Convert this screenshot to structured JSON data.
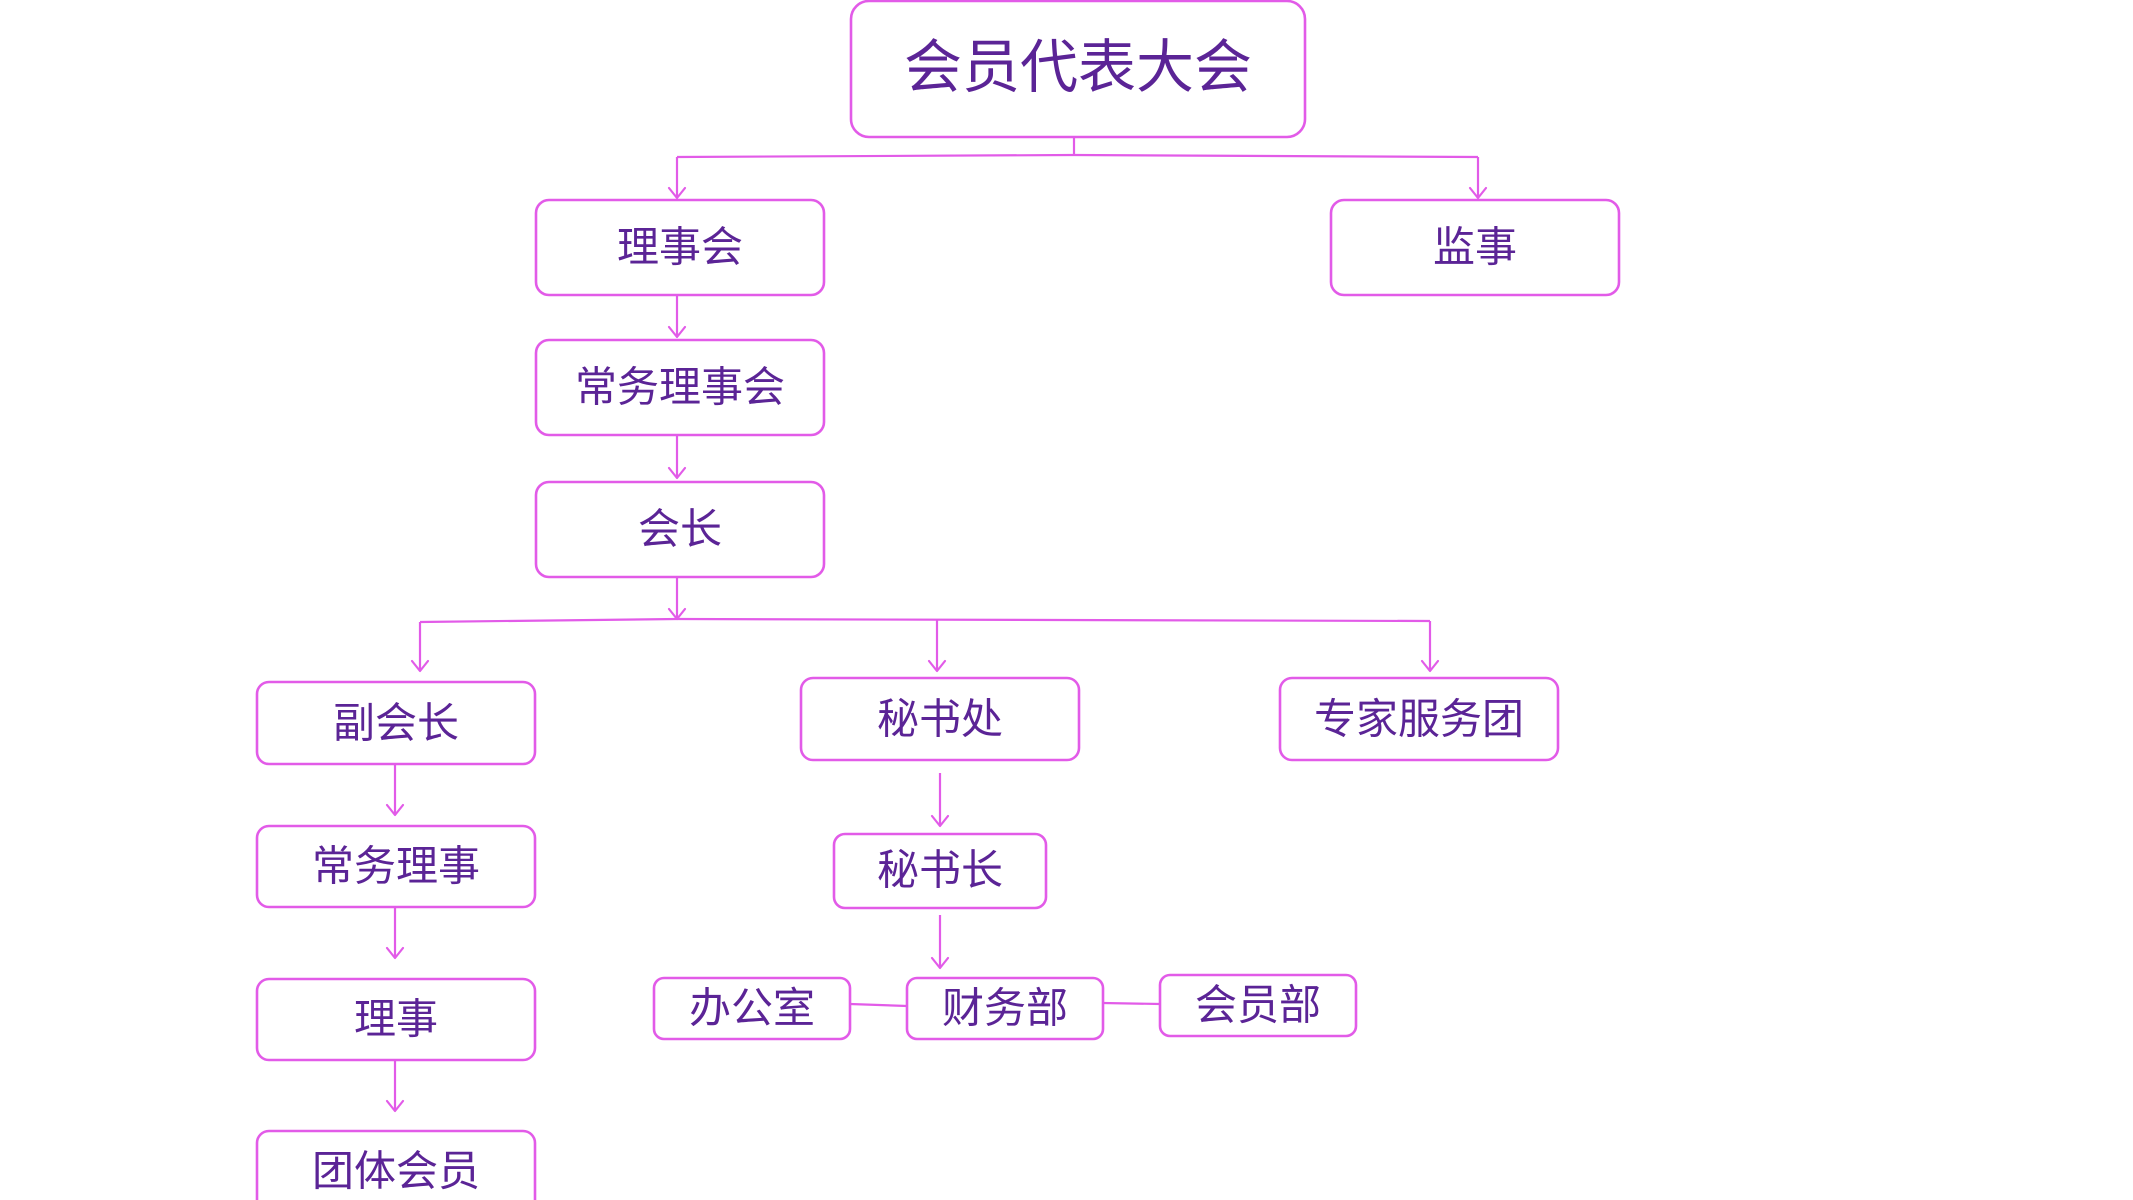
{
  "colors": {
    "border": "#e25be8",
    "text": "#5b2496",
    "background": "#ffffff"
  },
  "nodes": {
    "congress": "会员代表大会",
    "council": "理事会",
    "supervisor": "监事",
    "standing_council": "常务理事会",
    "president": "会长",
    "vice_president": "副会长",
    "secretariat": "秘书处",
    "expert_group": "专家服务团",
    "standing_director": "常务理事",
    "secretary_general": "秘书长",
    "director": "理事",
    "office": "办公室",
    "finance": "财务部",
    "membership": "会员部",
    "group_member": "团体会员"
  }
}
